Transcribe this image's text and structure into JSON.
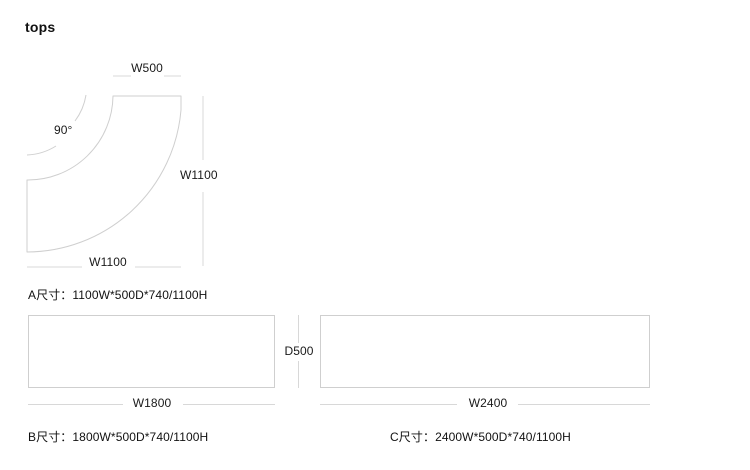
{
  "page": {
    "title": "tops",
    "background_color": "#ffffff",
    "line_color": "#cfcfcf",
    "dimension_line_color": "#d8d8d8",
    "text_color": "#111111"
  },
  "figures": [
    {
      "id": "A",
      "name": "corner-desk-a",
      "shape": "quarter-annulus",
      "caption": "A尺寸：1100W*500D*740/1100H",
      "dimensions": {
        "top": "W500",
        "right": "W1100",
        "bottom": "W1100",
        "angle": "90°"
      }
    },
    {
      "id": "B",
      "name": "desk-b",
      "shape": "rectangle",
      "caption": "B尺寸：1800W*500D*740/1100H",
      "dimensions": {
        "bottom": "W1800",
        "right": "D500"
      }
    },
    {
      "id": "C",
      "name": "desk-c",
      "shape": "rectangle",
      "caption": "C尺寸：2400W*500D*740/1100H",
      "dimensions": {
        "bottom": "W2400"
      }
    }
  ],
  "labels": {
    "w500": "W500",
    "w1100_right": "W1100",
    "w1100_bottom": "W1100",
    "angle_90": "90°",
    "d500": "D500",
    "w1800": "W1800",
    "w2400": "W2400"
  },
  "captions": {
    "a": "A尺寸：1100W*500D*740/1100H",
    "b": "B尺寸：1800W*500D*740/1100H",
    "c": "C尺寸：2400W*500D*740/1100H"
  }
}
